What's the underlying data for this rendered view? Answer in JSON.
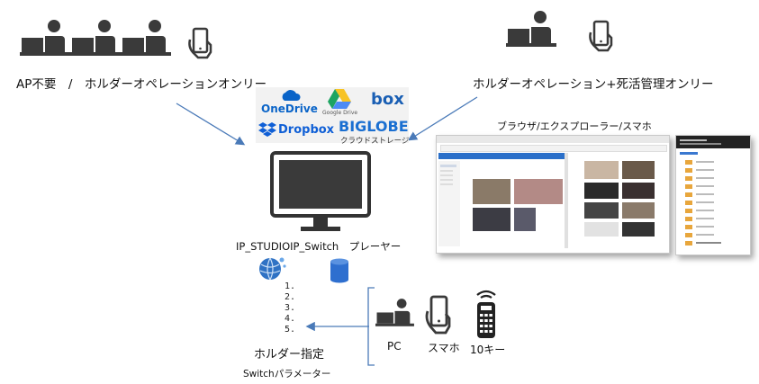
{
  "labels": {
    "top_left": "AP不要　/　ホルダーオペレーションオンリー",
    "top_right": "ホルダーオペレーション+死活管理オンリー",
    "browser_caption": "ブラウザ/エクスプローラー/スマホ",
    "monitor_caption": "IP_STUDIOIP_Switch　プレーヤー",
    "pc": "PC",
    "smartphone": "スマホ",
    "tenkey": "10キー",
    "folder_spec": "ホルダー指定",
    "switch_param": "Switchパラメーター"
  },
  "numbered_list": [
    "1.",
    "2.",
    "3.",
    "4.",
    "5."
  ],
  "cloud_services": {
    "onedrive": "OneDrive",
    "google_drive": "Google Drive",
    "box": "box",
    "dropbox": "Dropbox",
    "biglobe": "BIGLOBE",
    "biglobe_sub": "クラウドストレージ"
  },
  "colors": {
    "icon_dark": "#3a3a3a",
    "arrow_blue": "#4a7ab8",
    "onedrive_blue": "#0a64c8",
    "dropbox_blue": "#0f5fd6",
    "box_blue": "#1a5fb4",
    "biglobe_blue": "#1a6fd1",
    "db_blue": "#2e6fcf"
  }
}
